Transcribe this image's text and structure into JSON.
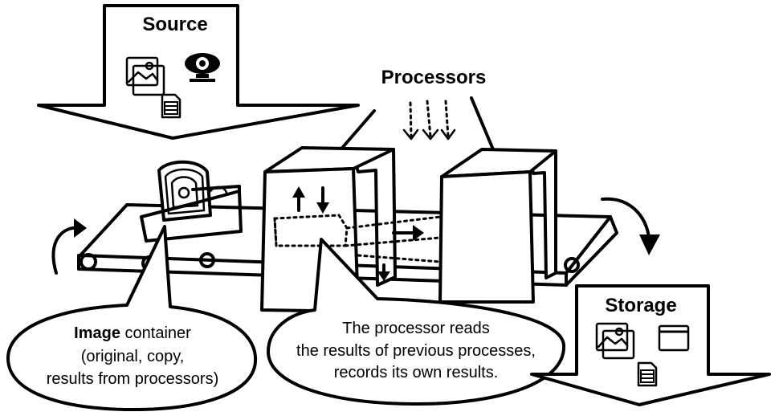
{
  "source": {
    "label": "Source",
    "icons": [
      "image-icon",
      "webcam-icon",
      "file-icon"
    ]
  },
  "processors": {
    "label": "Processors"
  },
  "storage": {
    "label": "Storage",
    "icons": [
      "image-icon",
      "window-icon",
      "file-icon"
    ]
  },
  "image_callout": {
    "bold": "Image",
    "line1_rest": " container",
    "line2": "(original, copy,",
    "line3": "results from processors)"
  },
  "processor_callout": {
    "line1": "The processor reads",
    "line2": "the results of previous processes,",
    "line3": "records its own results."
  }
}
